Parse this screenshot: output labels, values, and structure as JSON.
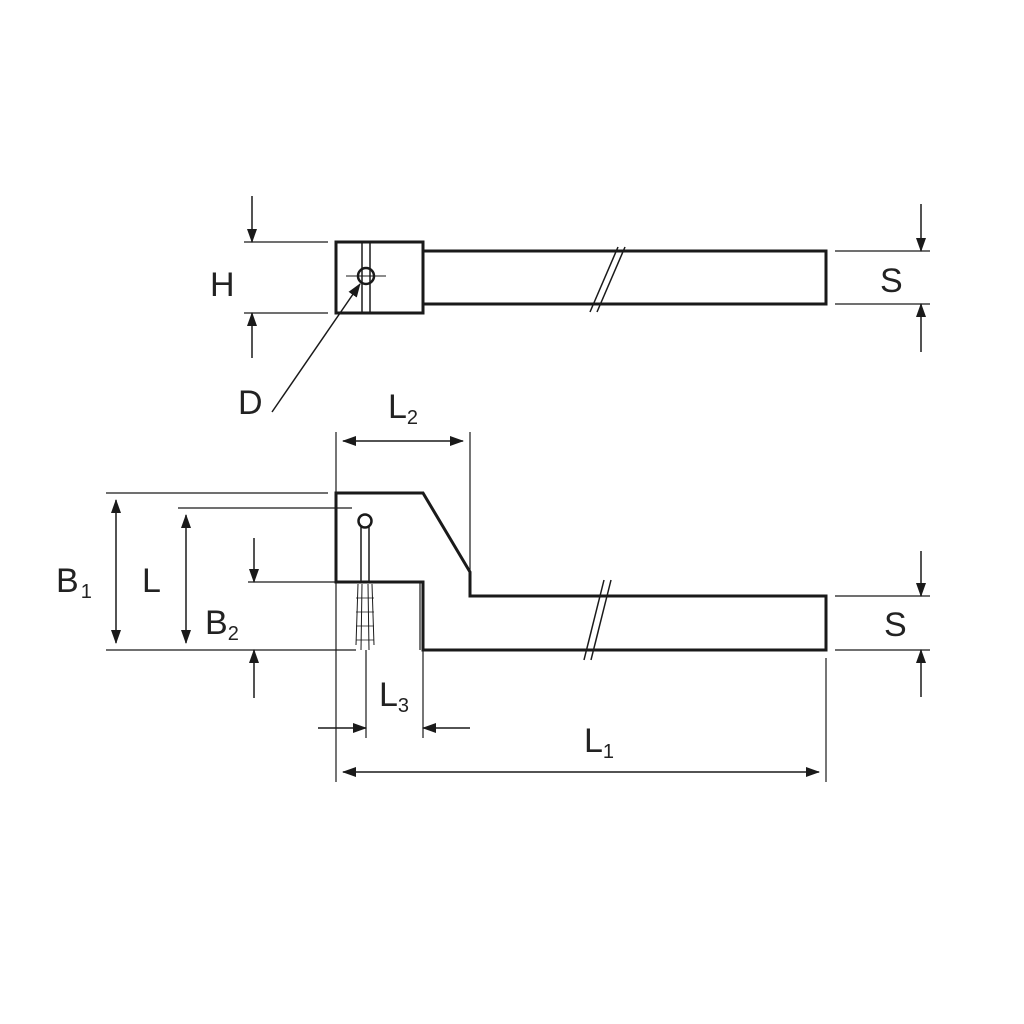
{
  "colors": {
    "stroke": "#1a1a1a",
    "background": "#ffffff"
  },
  "labels": {
    "H": "H",
    "S_top": "S",
    "D": "D",
    "L2_main": "L",
    "L2_sub": "2",
    "B1_main": "B",
    "B1_sub": "1",
    "L": "L",
    "B2_main": "B",
    "B2_sub": "2",
    "S_bottom": "S",
    "L3_main": "L",
    "L3_sub": "3",
    "L1_main": "L",
    "L1_sub": "1"
  }
}
